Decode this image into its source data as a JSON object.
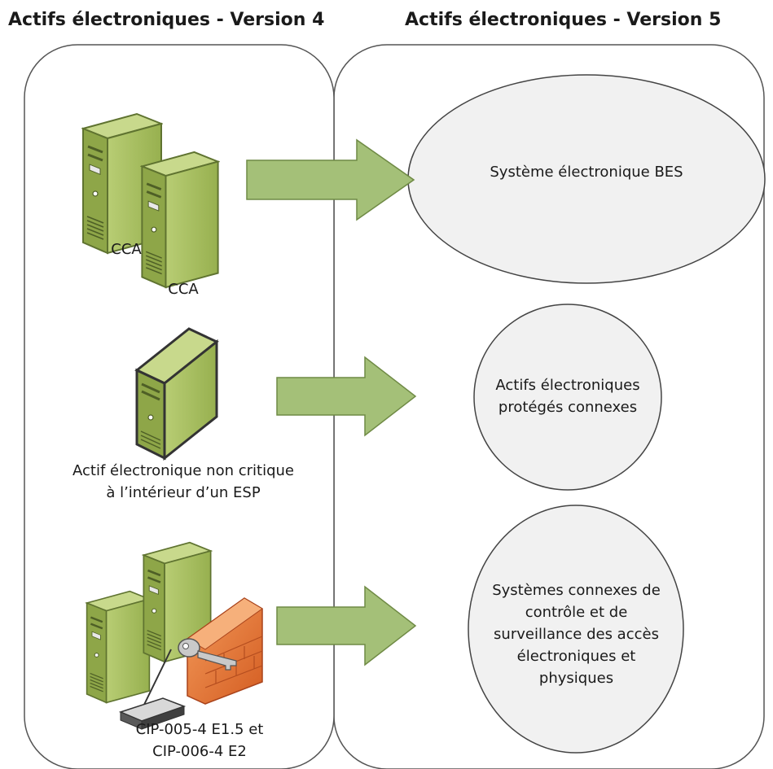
{
  "columns": {
    "left_title": "Actifs électroniques - Version 4",
    "right_title": "Actifs électroniques - Version 5"
  },
  "left_items": [
    {
      "labels": [
        "CCA",
        "CCA"
      ]
    },
    {
      "lines": [
        "Actif électronique non critique",
        "à l’intérieur d’un ESP"
      ]
    },
    {
      "lines": [
        "CIP-005-4 E1.5 et",
        "CIP-006-4 E2"
      ]
    }
  ],
  "right_items": [
    {
      "lines": [
        "Système électronique BES"
      ]
    },
    {
      "lines": [
        "Actifs électroniques",
        "protégés connexes"
      ]
    },
    {
      "lines": [
        "Systèmes connexes de",
        "contrôle et de",
        "surveillance des accès",
        "électroniques et",
        "physiques"
      ]
    }
  ],
  "icons": {
    "server": "server-icon",
    "firewall": "firewall-icon",
    "key": "key-icon",
    "router": "router-icon",
    "arrow": "arrow-right-icon"
  },
  "colors": {
    "server_front": "#a9c15f",
    "server_side": "#7f9740",
    "server_top": "#c8d98c",
    "arrow_fill": "#a4c078",
    "arrow_stroke": "#6f8a45",
    "firewall": "#e8773a",
    "panel_stroke": "#555555",
    "ellipse_fill": "#f1f1f1"
  }
}
